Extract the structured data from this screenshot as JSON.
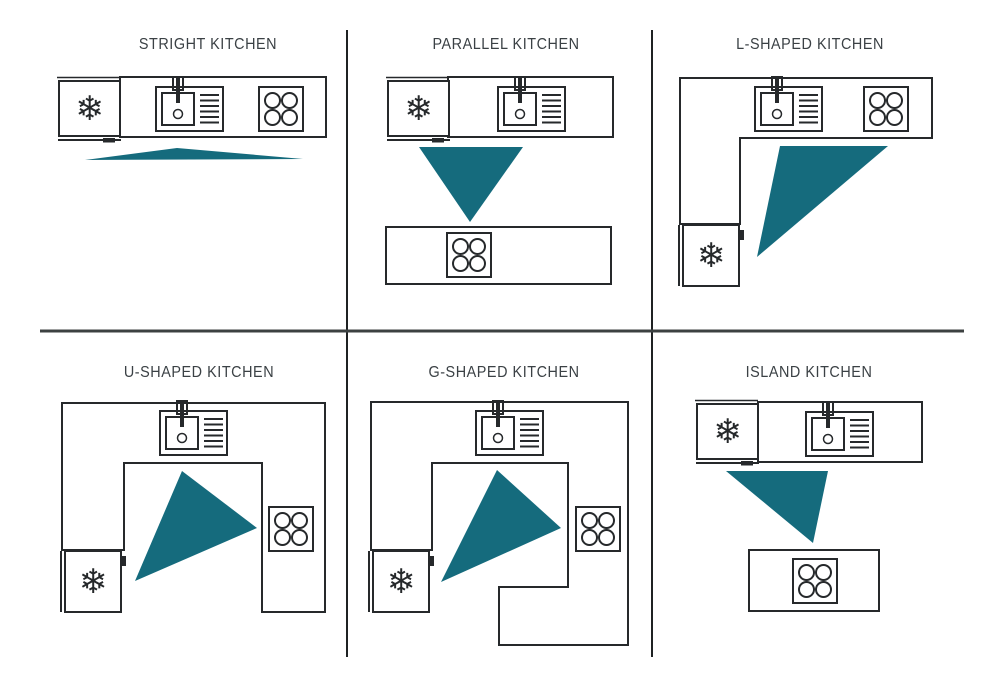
{
  "colors": {
    "accent_teal": "#156b7d",
    "outline": "#26292b",
    "title_text": "#3b4145",
    "divider": "#3c4141",
    "divider_dark": "#1f2223",
    "background": "#ffffff"
  },
  "icons": {
    "snowflake_glyph": "❄",
    "fridge": "snowflake-icon",
    "sink": "sink-with-faucet-and-drainboard-icon",
    "stove": "four-burner-hob-icon",
    "work_triangle": "teal-work-triangle"
  },
  "panels": [
    {
      "title": "STRIGHT KITCHEN",
      "layout": "straight",
      "appliances": [
        "fridge",
        "sink",
        "stove"
      ],
      "work_triangle": "flat wide triangle under counter"
    },
    {
      "title": "PARALLEL KITCHEN",
      "layout": "parallel",
      "appliances": [
        "fridge",
        "sink",
        "stove"
      ],
      "work_triangle": "downward triangle between two parallel counters"
    },
    {
      "title": "L-SHAPED KITCHEN",
      "layout": "l-shaped",
      "appliances": [
        "sink",
        "stove",
        "fridge"
      ],
      "work_triangle": "tall triangle between top counter and fridge"
    },
    {
      "title": "U-SHAPED KITCHEN",
      "layout": "u-shaped",
      "appliances": [
        "sink",
        "stove",
        "fridge"
      ],
      "work_triangle": "triangle between sink, hob and fridge"
    },
    {
      "title": "G-SHAPED KITCHEN",
      "layout": "g-shaped",
      "appliances": [
        "sink",
        "stove",
        "fridge"
      ],
      "work_triangle": "triangle between sink, hob and fridge"
    },
    {
      "title": "ISLAND KITCHEN",
      "layout": "island",
      "appliances": [
        "fridge",
        "sink",
        "stove"
      ],
      "work_triangle": "triangle from counter down to island hob"
    }
  ]
}
